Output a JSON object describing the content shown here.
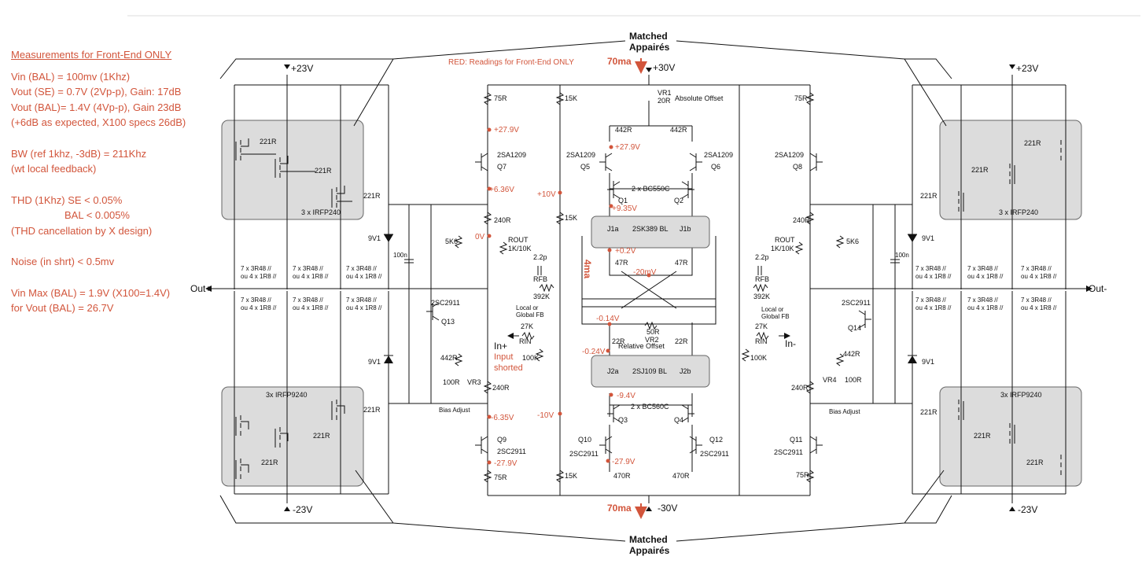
{
  "notes": {
    "title": "Measurements for Front-End ONLY",
    "lines": [
      "Vin (BAL) = 100mv (1Khz)",
      "Vout (SE)  = 0.7V (2Vp-p), Gain: 17dB",
      "Vout (BAL)= 1.4V (4Vp-p), Gain 23dB",
      "(+6dB as expected, X100 specs 26dB)",
      "BW (ref 1khz, -3dB) = 211Khz",
      "(wt local feedback)",
      "THD (1Khz) SE < 0.05%",
      "BAL < 0.005%",
      "(THD cancellation by X design)",
      "Noise (in shrt) < 0.5mv",
      "Vin Max (BAL) = 1.9V (X100=1.4V)",
      "for Vout (BAL) = 26.7V"
    ]
  },
  "header": {
    "matched_top": "Matched",
    "appaires_top": "Appairés",
    "matched_bottom": "Matched",
    "appaires_bottom": "Appairés",
    "red_readings": "RED: Readings for Front-End ONLY"
  },
  "rails": {
    "pos30": "+30V",
    "neg30": "-30V",
    "pos23": "+23V",
    "neg23": "-23V",
    "current_top": "70ma",
    "current_bottom": "70ma",
    "current_mid": "4ma"
  },
  "outputs": {
    "left": "Out+",
    "right": "Out-"
  },
  "inputs": {
    "left": "In+",
    "right": "In-",
    "shorted_1": "Input",
    "shorted_2": "shorted"
  },
  "parts": {
    "r75": "75R",
    "r15k": "15K",
    "r442": "442R",
    "r240": "240R",
    "r5k6": "5K6",
    "r47": "47R",
    "r22": "22R",
    "r470": "470R",
    "r221": "221R",
    "r100k": "100K",
    "r27k": "27K",
    "r100": "100R",
    "r50": "50R",
    "r20": "20R",
    "vr1": "VR1",
    "vr2": "VR2",
    "vr3": "VR3",
    "vr4": "VR4",
    "absolute_offset": "Absolute Offset",
    "relative_offset": "Relative Offset",
    "rout": "ROUT",
    "rout_val": "1K/10K",
    "rfb": "RFB",
    "rfb_val": "392K",
    "rin": "RIN",
    "c22p": "2.2p",
    "c100n": "100n",
    "local_fb_1": "Local or",
    "local_fb_2": "Global FB",
    "bias_adjust": "Bias Adjust",
    "zener": "9V1",
    "q_2sa1209": "2SA1209",
    "q_2sc2911": "2SC2911",
    "q_bc550": "2 x BC550C",
    "q_bc560": "2 x BC560C",
    "j_2sk389": "2SK389 BL",
    "j_2sj109": "2SJ109 BL",
    "irfp240": "3 x IRFP240",
    "irfp9240": "3x IRFP9240",
    "rpar1": "7 x 3R48 //",
    "rpar2": "ou 4 x 1R8 //",
    "q7": "Q7",
    "q5": "Q5",
    "q6": "Q6",
    "q8": "Q8",
    "q1": "Q1",
    "q2": "Q2",
    "q3": "Q3",
    "q4": "Q4",
    "q9": "Q9",
    "q10": "Q10",
    "q11": "Q11",
    "q12": "Q12",
    "q13": "Q13",
    "q14": "Q14",
    "j1a": "J1a",
    "j1b": "J1b",
    "j2a": "J2a",
    "j2b": "J2b"
  },
  "readings": {
    "v279": "+27.9V",
    "v636": "+6.36V",
    "v0": "0V",
    "v10p": "+10V",
    "v279b": "+27.9V",
    "v935": "+9.35V",
    "v02": "+0.2V",
    "vm20mv": "-20mV",
    "vm014": "-0.14V",
    "vm024": "-0.24V",
    "vm94": "-9.4V",
    "vm10": "-10V",
    "vm635": "-6.35V",
    "vm279": "-27.9V",
    "vm279b": "-27.9V"
  },
  "colors": {
    "reading": "#d2553b",
    "module_fill": "#dcdcdc",
    "wire": "#111111"
  }
}
